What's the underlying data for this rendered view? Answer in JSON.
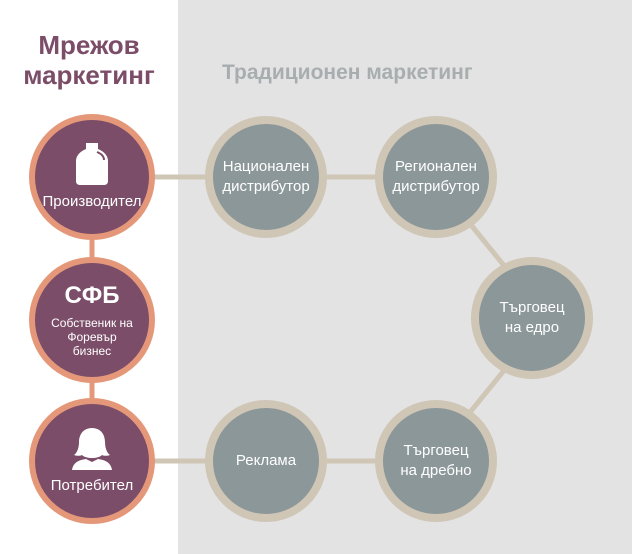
{
  "headings": {
    "network_line1": "Мрежов",
    "network_line2": "маркетинг",
    "traditional": "Традиционен маркетинг"
  },
  "network_nodes": {
    "producer": {
      "label": "Производител",
      "icon": "bottle-icon"
    },
    "fbo": {
      "abbr": "СФБ",
      "line1": "Собственик на",
      "line2": "Форевър",
      "line3": "бизнес"
    },
    "consumer": {
      "label": "Потребител",
      "icon": "person-icon"
    }
  },
  "traditional_nodes": {
    "national": {
      "line1": "Национален",
      "line2": "дистрибутор"
    },
    "regional": {
      "line1": "Регионален",
      "line2": "дистрибутор"
    },
    "wholesale": {
      "line1": "Търговец",
      "line2": "на едро"
    },
    "retail": {
      "line1": "Търговец",
      "line2": "на дребно"
    },
    "advertising": {
      "label": "Реклама"
    }
  },
  "colors": {
    "purple": "#7b4d68",
    "salmon": "#e59879",
    "grey_fill": "#8c9799",
    "beige_ring": "#cfc6b6",
    "panel_grey": "#e3e3e3"
  }
}
